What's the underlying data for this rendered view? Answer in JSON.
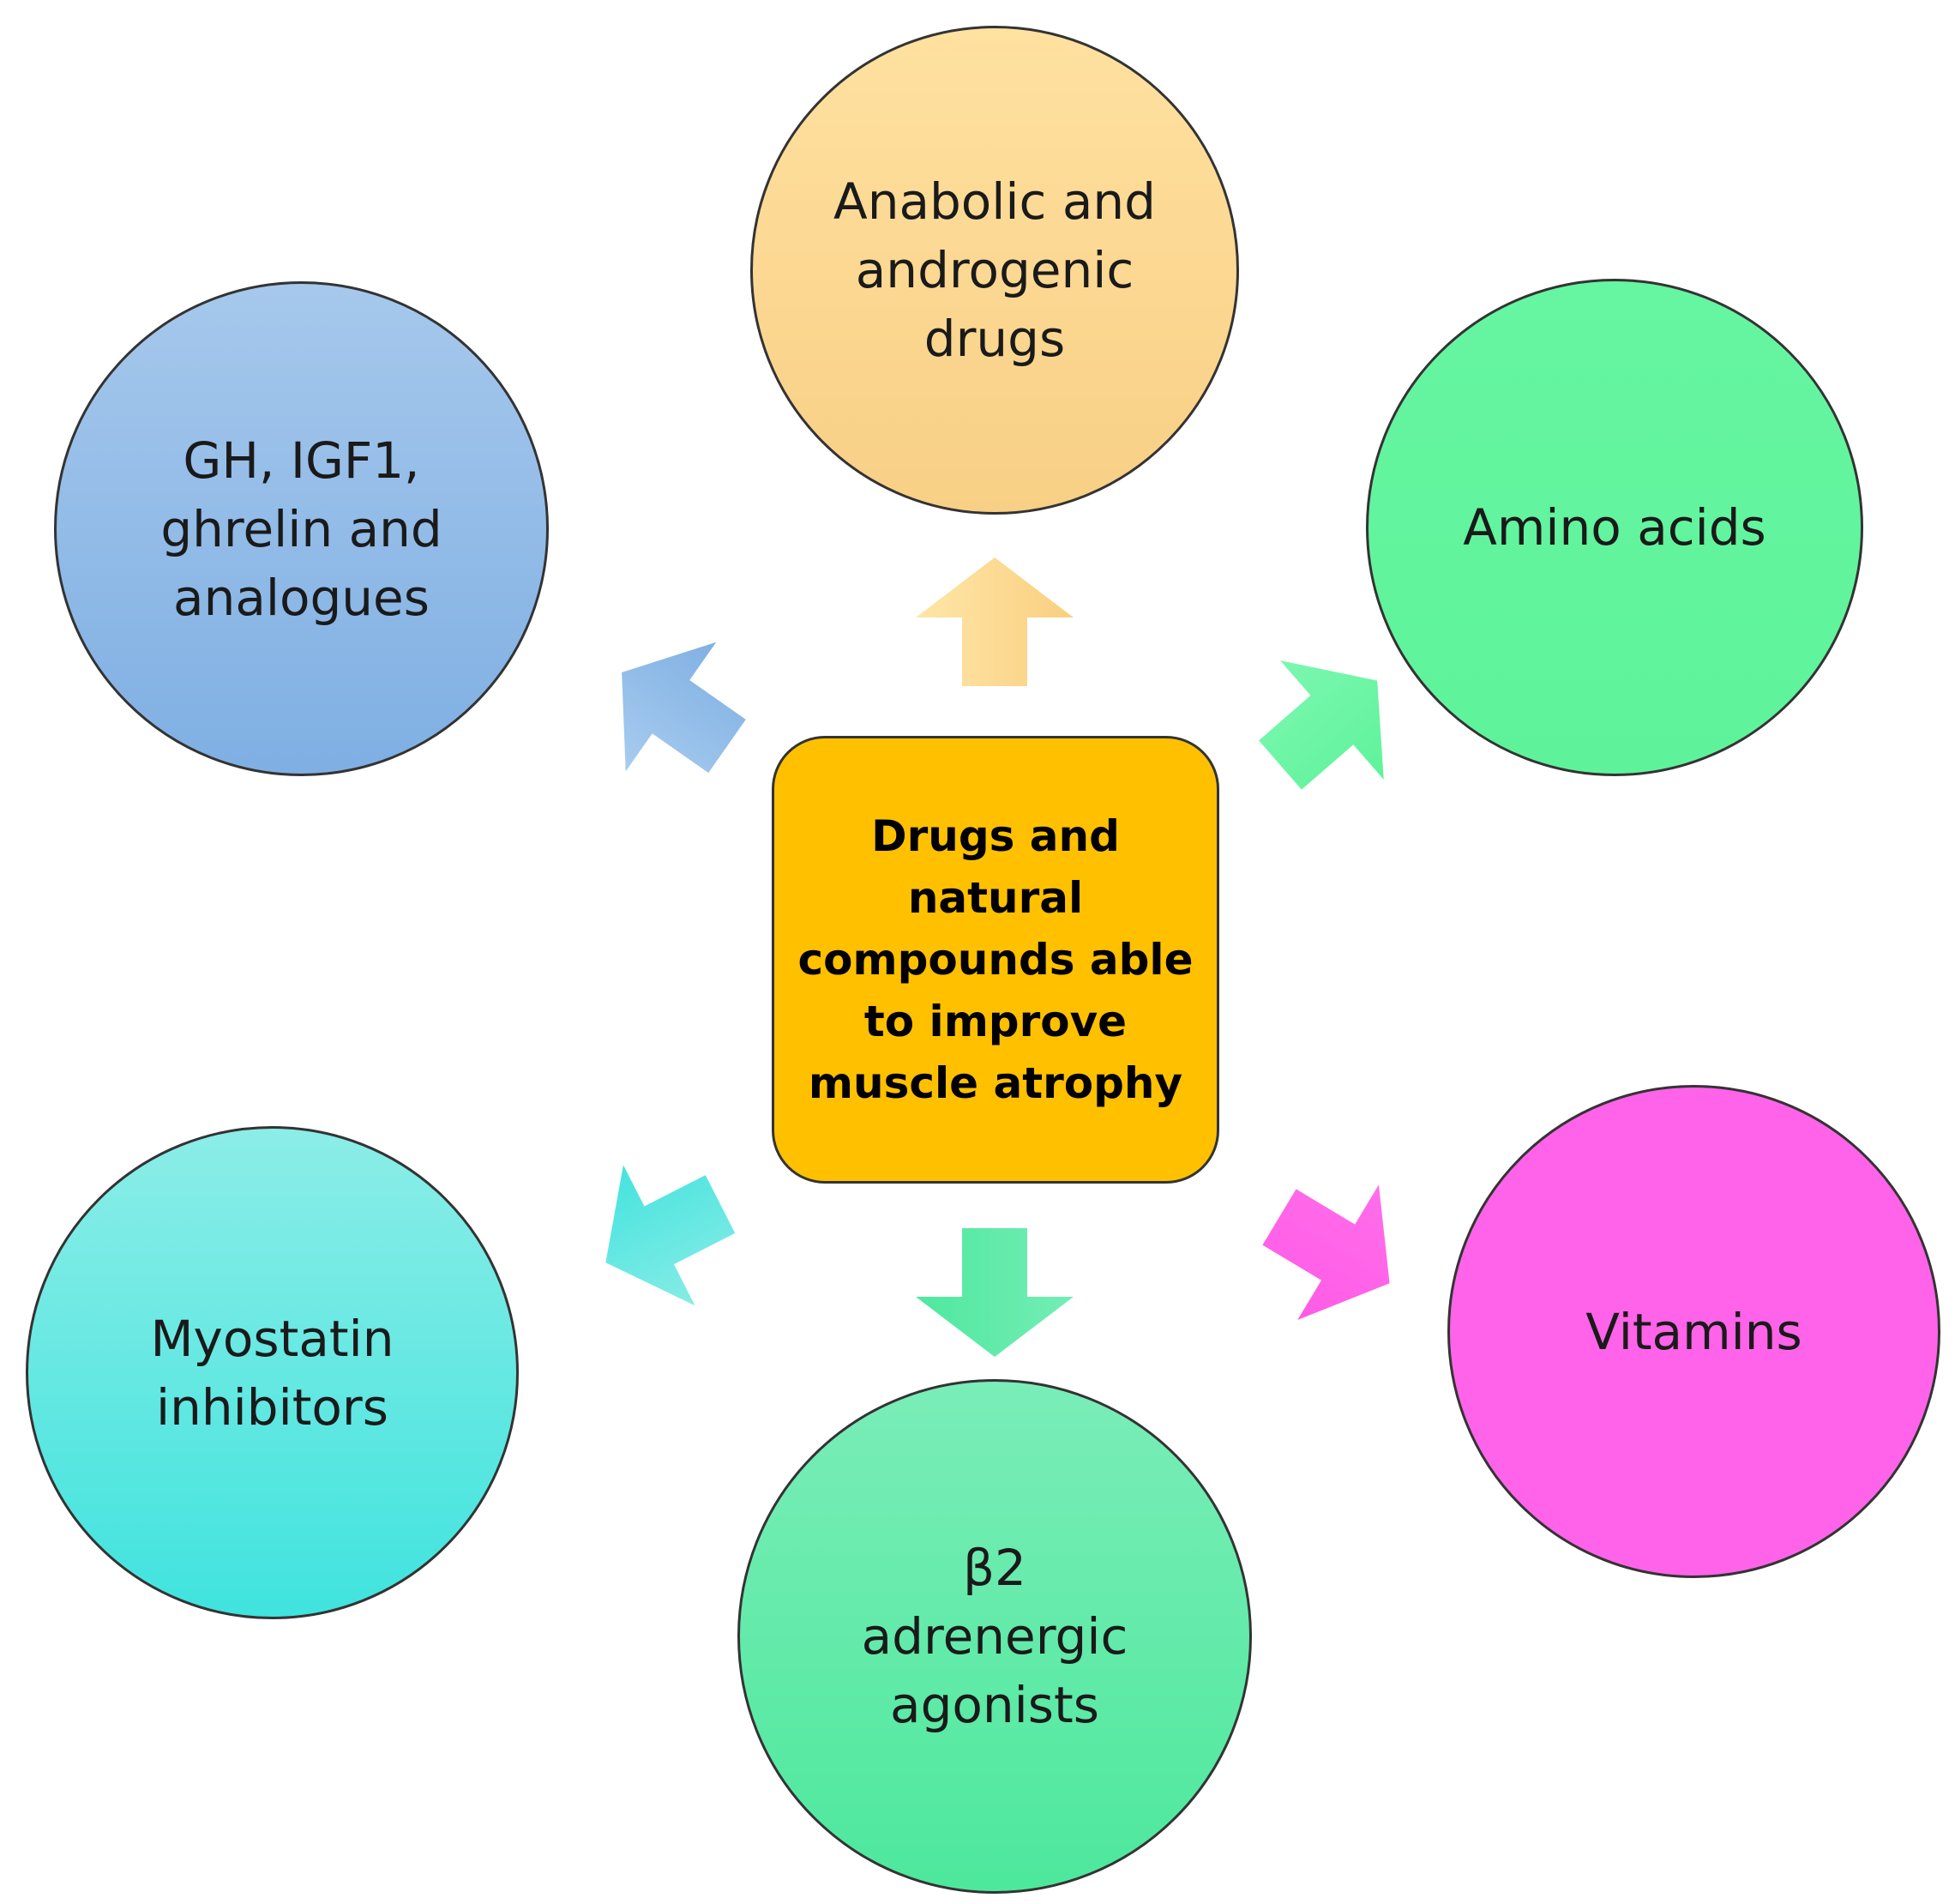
{
  "center": {
    "label": "Drugs and\nnatural\ncompounds able\nto improve\nmuscle atrophy",
    "color": "#FFC000"
  },
  "nodes": {
    "anabolic": {
      "label": "Anabolic and\nandrogenic\ndrugs",
      "color": "#FAD68C"
    },
    "amino": {
      "label": "Amino acids",
      "color": "#63F59E"
    },
    "vitamins": {
      "label": "Vitamins",
      "color": "#FF63E9"
    },
    "beta2": {
      "label": "β2\nadrenergic\nagonists",
      "color": "#5BEDA6"
    },
    "myostatin": {
      "label": "Myostatin\ninhibitors",
      "color": "#5CE6E0"
    },
    "gh": {
      "label": "GH, IGF1,\nghrelin and\nanalogues",
      "color": "#8DB8E6"
    }
  }
}
